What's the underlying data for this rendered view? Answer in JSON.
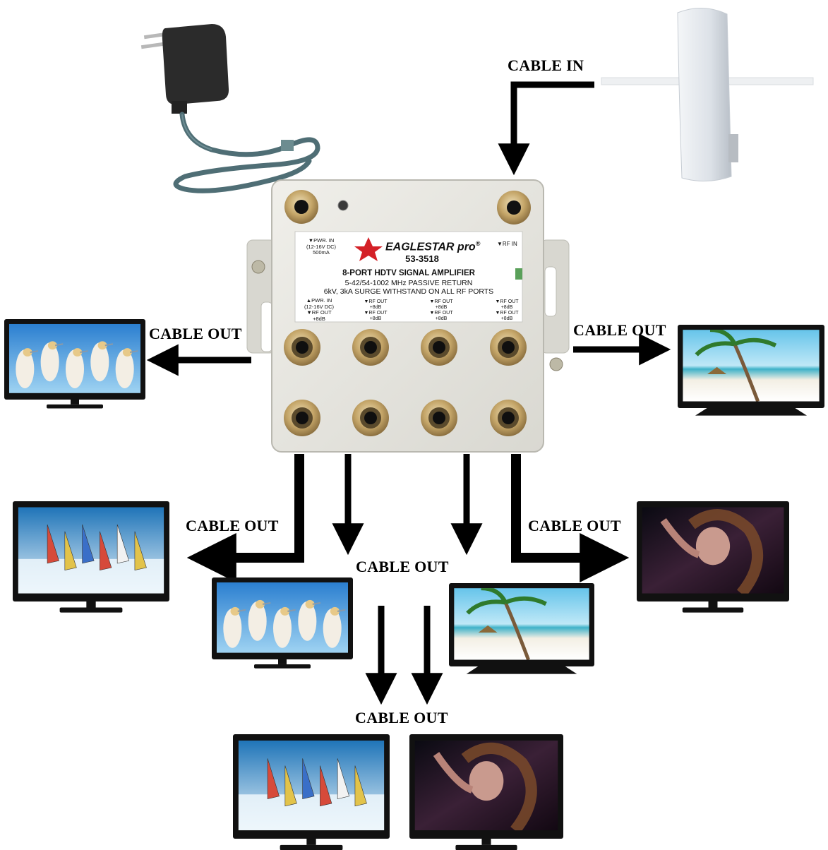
{
  "captions": {
    "cable_in": "CABLE IN",
    "out_left": "CABLE OUT",
    "out_right": "CABLE OUT",
    "out_lower_left": "CABLE OUT",
    "out_lower_right": "CABLE OUT",
    "out_center": "CABLE OUT",
    "out_bottom": "CABLE OUT"
  },
  "amplifier": {
    "brand": "EAGLESTAR pro",
    "brand_mark": "®",
    "model": "53-3518",
    "title": "8-PORT HDTV SIGNAL AMPLIFIER",
    "line2": "5-42/54-1002 MHz PASSIVE RETURN",
    "line3": "6kV, 3kA SURGE WITHSTAND ON ALL RF PORTS",
    "pwr_in_top": [
      "▼PWR. IN",
      "(12-16V DC)",
      "500mA"
    ],
    "rf_in": "▼RF IN",
    "pwr_in_port": [
      "▲PWR. IN",
      "(12-16V DC)",
      "▼RF OUT",
      "+8dB"
    ],
    "rf_out_upper": [
      "▼RF OUT",
      "+8dB"
    ],
    "rf_out_lower": [
      "▼RF OUT",
      "+8dB"
    ]
  },
  "tv_scenes": [
    "gannets",
    "palm-beach",
    "windsurf",
    "woman-portrait"
  ],
  "colors": {
    "housing": "#e7e6e0",
    "label_bg": "#ffffff",
    "arrow": "#000000",
    "star": "#d42027",
    "cable": "#4f6e75",
    "connector_gold": "#c8aa6e"
  }
}
